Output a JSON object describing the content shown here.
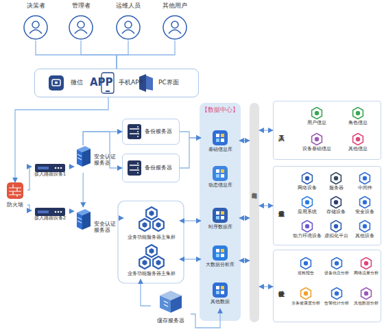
{
  "diagram": {
    "nodes": [
      {
        "text": [
          "决策者"
        ]
      },
      {
        "text": [
          "管理者"
        ]
      },
      {
        "text": [
          "运维人员"
        ]
      },
      {
        "text": [
          "其他用户"
        ]
      },
      {
        "text": [
          "微信",
          "APP",
          "手机APP",
          "PC界面"
        ]
      },
      {
        "text": [
          "防火墙"
        ]
      },
      {
        "text": [
          "接入路由设备1"
        ]
      },
      {
        "text": [
          "接入路由设备2"
        ]
      },
      {
        "text": [
          "安全认证服务器"
        ]
      },
      {
        "text": [
          "安全认证服务器"
        ]
      },
      {
        "text": [
          "备份服务器"
        ]
      },
      {
        "text": [
          "备份服务器"
        ]
      },
      {
        "text": [
          "业务功能服务器主集群"
        ]
      },
      {
        "text": [
          "业务功能服务器主集群"
        ]
      },
      {
        "text": [
          "缓存服务器"
        ]
      },
      {
        "text": [
          "【数据中心】"
        ]
      },
      {
        "text": [
          "基础信息库"
        ],
        "in": 15
      },
      {
        "text": [
          "动态信息库"
        ],
        "in": 15
      },
      {
        "text": [
          "时序数据库"
        ],
        "in": 15
      },
      {
        "text": [
          "大数据分析库"
        ],
        "in": 15
      },
      {
        "text": [
          "其他数据"
        ],
        "in": 15
      },
      {
        "text": [
          "数据采集与分析"
        ]
      },
      {
        "text": [
          "人工录入"
        ]
      },
      {
        "text": [
          "用户信息"
        ],
        "in": 22
      },
      {
        "text": [
          "角色信息"
        ],
        "in": 22
      },
      {
        "text": [
          "设备基础信息"
        ],
        "in": 22
      },
      {
        "text": [
          "其他信息"
        ],
        "in": 22
      },
      {
        "text": [
          "设备信息采集"
        ]
      },
      {
        "text": [
          "网络设备"
        ],
        "in": 27
      },
      {
        "text": [
          "服务器"
        ],
        "in": 27
      },
      {
        "text": [
          "中间件"
        ],
        "in": 27
      },
      {
        "text": [
          "应用系统"
        ],
        "in": 27
      },
      {
        "text": [
          "存储设备"
        ],
        "in": 27
      },
      {
        "text": [
          "安全设备"
        ],
        "in": 27
      },
      {
        "text": [
          "动力环境设备"
        ],
        "in": 27
      },
      {
        "text": [
          "虚拟化平台"
        ],
        "in": 27
      },
      {
        "text": [
          "其他设备"
        ],
        "in": 27
      },
      {
        "text": [
          "设备统计分析"
        ]
      },
      {
        "text": [
          "巡检报告"
        ],
        "in": 37
      },
      {
        "text": [
          "设备信息分析"
        ],
        "in": 37
      },
      {
        "text": [
          "网络流量分析"
        ],
        "in": 37
      },
      {
        "text": [
          "业务健康度分析"
        ],
        "in": 37
      },
      {
        "text": [
          "告警统计分析"
        ],
        "in": 37
      },
      {
        "text": [
          "其他数据分析"
        ],
        "in": 37
      }
    ],
    "edges": [
      {
        "from": 0,
        "to": 4,
        "arrow": "none"
      },
      {
        "from": 1,
        "to": 4,
        "arrow": "none"
      },
      {
        "from": 2,
        "to": 4,
        "arrow": "none"
      },
      {
        "from": 3,
        "to": 4,
        "arrow": "none"
      },
      {
        "from": 4,
        "to": 5,
        "arrow": "to"
      },
      {
        "from": 5,
        "to": 6,
        "arrow": "to"
      },
      {
        "from": 5,
        "to": 7,
        "arrow": "to"
      },
      {
        "from": 6,
        "to": 8,
        "arrow": "to"
      },
      {
        "from": 7,
        "to": 9,
        "arrow": "to"
      },
      {
        "from": 8,
        "to": 9,
        "arrow": "to"
      },
      {
        "from": 8,
        "to": 10,
        "arrow": "to"
      },
      {
        "from": 8,
        "to": 11,
        "arrow": "to"
      },
      {
        "from": 9,
        "to": 12,
        "arrow": "to"
      },
      {
        "from": 10,
        "to": 16,
        "arrow": "to"
      },
      {
        "from": 11,
        "to": 16,
        "arrow": "to"
      },
      {
        "from": 12,
        "to": 18,
        "arrow": "both"
      },
      {
        "from": 13,
        "to": 19,
        "arrow": "both"
      },
      {
        "from": 14,
        "to": 13,
        "arrow": "to"
      },
      {
        "from": 14,
        "to": 20,
        "arrow": "to"
      },
      {
        "from": 16,
        "to": 21,
        "arrow": "both"
      },
      {
        "from": 18,
        "to": 21,
        "arrow": "both"
      },
      {
        "from": 19,
        "to": 21,
        "arrow": "both"
      },
      {
        "from": 21,
        "to": 22,
        "arrow": "both"
      },
      {
        "from": 21,
        "to": 27,
        "arrow": "both"
      },
      {
        "from": 21,
        "to": 37,
        "arrow": "both"
      }
    ]
  }
}
